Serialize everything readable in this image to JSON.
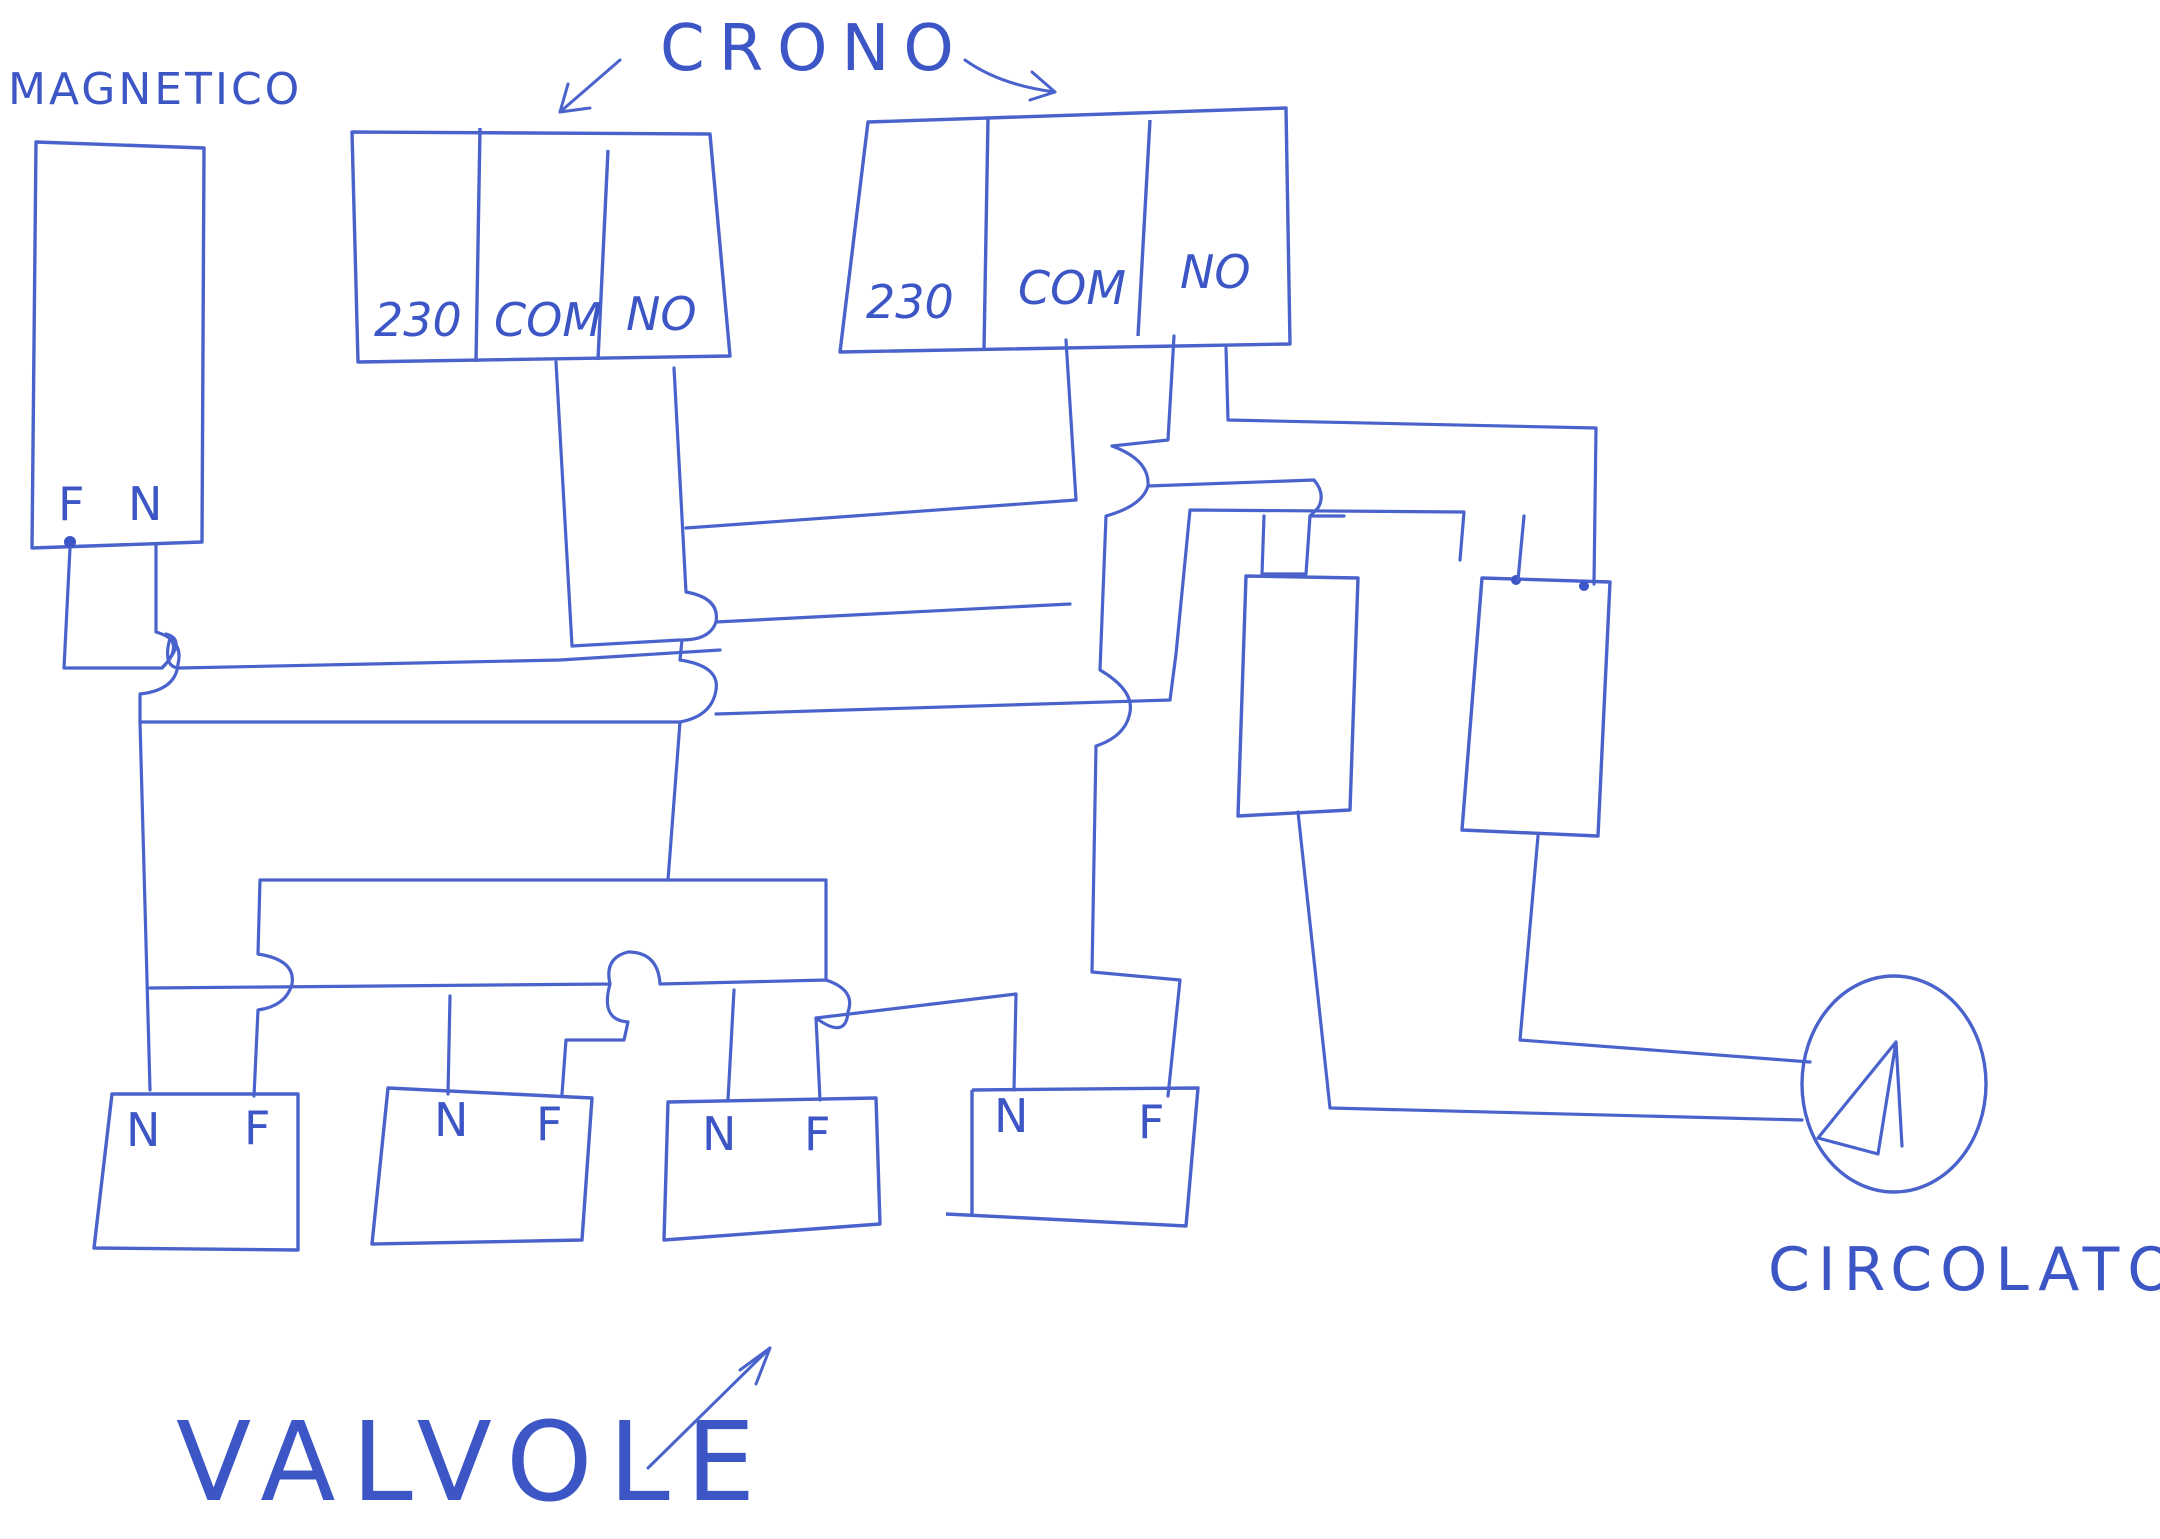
{
  "labels": {
    "magnetico": "MAGNETICO",
    "crono": "CRONO",
    "circolatore": "CIRCOLATORE",
    "valvole": "VALVOLE"
  },
  "magnetico_terminals": {
    "phase": "F",
    "neutral": "N"
  },
  "crono_left": {
    "terminals": [
      "230",
      "COM",
      "NO"
    ]
  },
  "crono_right": {
    "terminals": [
      "230",
      "COM",
      "NO"
    ]
  },
  "valves": [
    {
      "n": "N",
      "f": "F"
    },
    {
      "n": "N",
      "f": "F"
    },
    {
      "n": "N",
      "f": "F"
    },
    {
      "n": "N",
      "f": "F"
    }
  ],
  "colors": {
    "ink": "#4a63cc",
    "paper": "#ffffff"
  },
  "icons": {
    "circolatore": "pump-symbol-icon"
  }
}
